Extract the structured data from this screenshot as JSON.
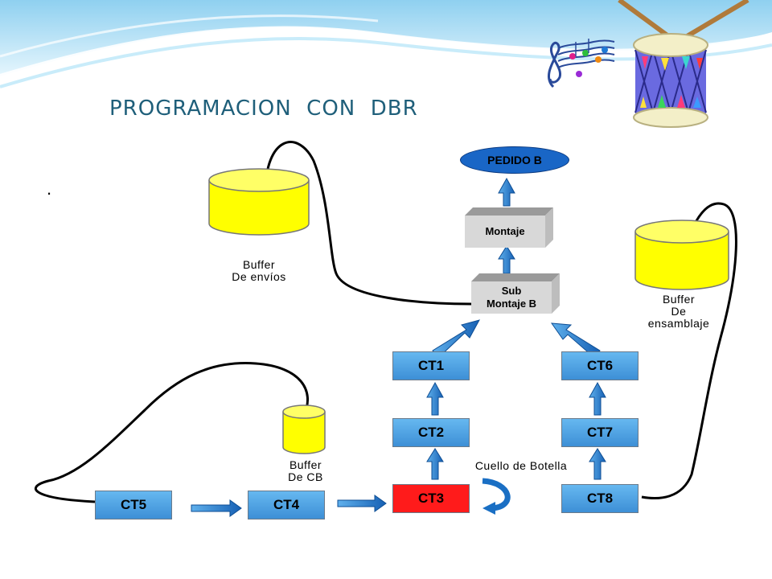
{
  "title": "PROGRAMACION  CON  DBR",
  "bullet": ".",
  "order": "PEDIDO B",
  "stages": {
    "assembly": "Montaje",
    "subassembly": [
      "Sub",
      "Montaje B"
    ]
  },
  "work_centers": {
    "ct1": "CT1",
    "ct2": "CT2",
    "ct3": "CT3",
    "ct4": "CT4",
    "ct5": "CT5",
    "ct6": "CT6",
    "ct7": "CT7",
    "ct8": "CT8"
  },
  "buffers": {
    "shipping": [
      "Buffer",
      "De envíos"
    ],
    "assembly": [
      "Buffer",
      "De",
      "ensamblaje"
    ],
    "constraint": [
      "Buffer",
      "De CB"
    ]
  },
  "bottleneck_label": "Cuello de Botella",
  "colors": {
    "title": "#1f5f7a",
    "work_center": "#4da3e6",
    "bottleneck": "#ff1b1b",
    "buffer": "#ffff00",
    "arrow": "#1a6fc4",
    "order": "#1966c6"
  }
}
